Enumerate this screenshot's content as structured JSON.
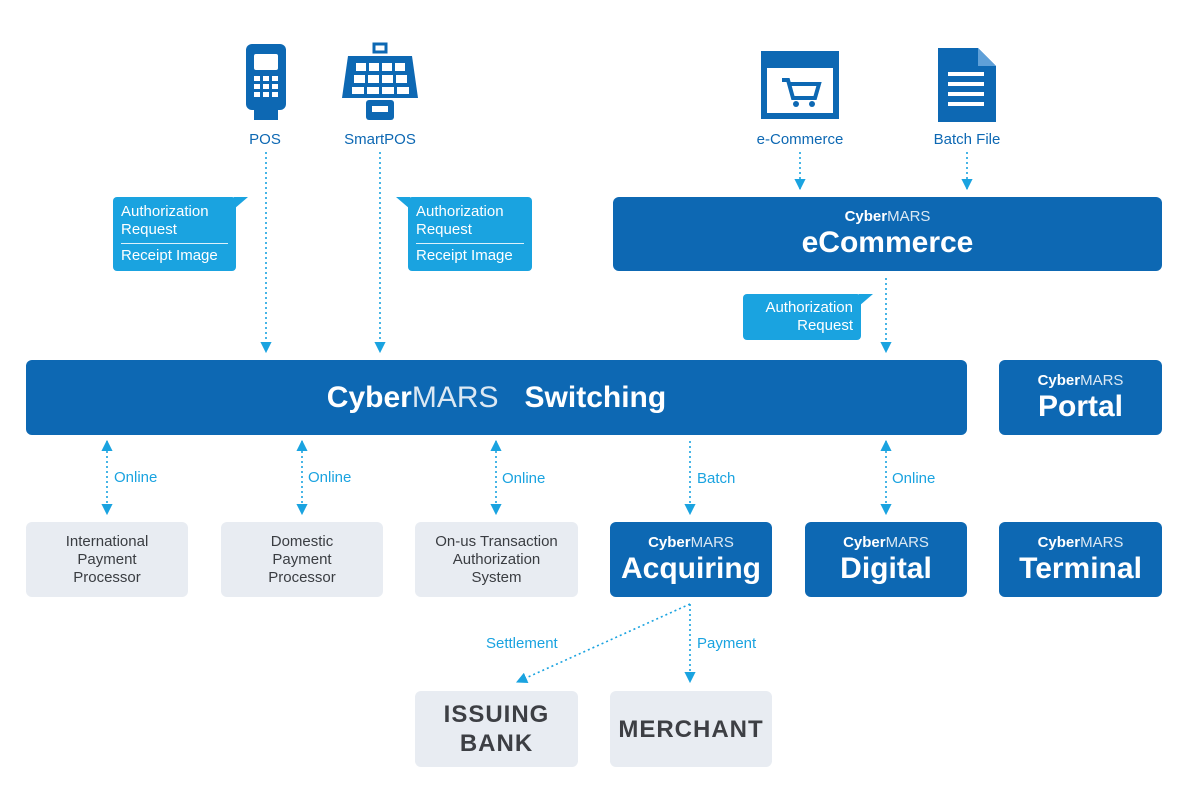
{
  "sources": {
    "pos": "POS",
    "smartpos": "SmartPOS",
    "ecommerce": "e-Commerce",
    "batch_file": "Batch File"
  },
  "callouts": {
    "pos": {
      "line1": "Authorization",
      "line2": "Request",
      "line3": "Receipt Image"
    },
    "smartpos": {
      "line1": "Authorization",
      "line2": "Request",
      "line3": "Receipt Image"
    },
    "ecom": {
      "line1": "Authorization",
      "line2": "Request"
    }
  },
  "brand": {
    "bold": "Cyber",
    "thin": "MARS"
  },
  "modules": {
    "ecommerce": "eCommerce",
    "switching": "Switching",
    "portal": "Portal",
    "acquiring": "Acquiring",
    "digital": "Digital",
    "terminal": "Terminal"
  },
  "processors": {
    "international": {
      "line1": "International",
      "line2": "Payment",
      "line3": "Processor"
    },
    "domestic": {
      "line1": "Domestic",
      "line2": "Payment",
      "line3": "Processor"
    },
    "onus": {
      "line1": "On-us Transaction",
      "line2": "Authorization",
      "line3": "System"
    }
  },
  "endpoints": {
    "issuing": {
      "line1": "ISSUING",
      "line2": "BANK"
    },
    "merchant": "MERCHANT"
  },
  "flows": {
    "online": "Online",
    "batch": "Batch",
    "settlement": "Settlement",
    "payment": "Payment"
  },
  "colors": {
    "module_blue": "#0d68b3",
    "callout_blue": "#1aa3e0",
    "grey_box": "#e8ecf2",
    "text_dark": "#3a3d42"
  }
}
